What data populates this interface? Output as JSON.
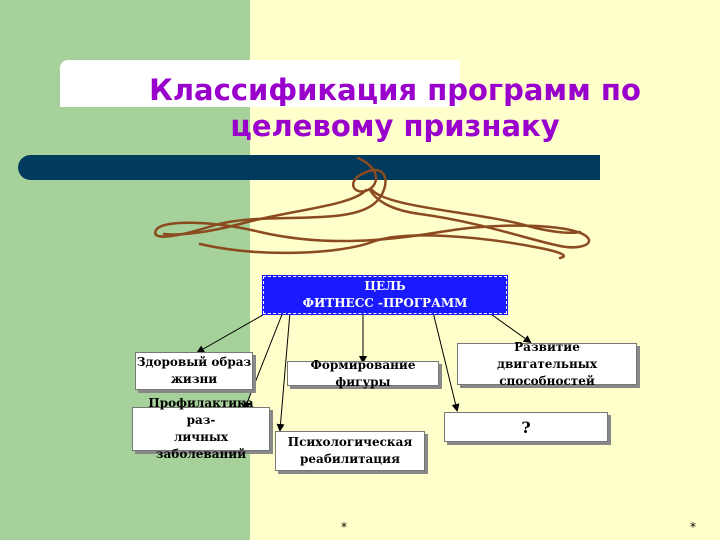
{
  "slide": {
    "title_line1": "Классификация программ по",
    "title_line2": "целевому признаку"
  },
  "diagram": {
    "root": {
      "line1": "ЦЕЛЬ",
      "line2": "ФИТНЕСС -ПРОГРАММ"
    },
    "nodes": {
      "healthy": {
        "line1": "Здоровый образ",
        "line2": "жизни"
      },
      "prevention": {
        "line1": "Профилактика раз-",
        "line2": "личных заболеваний"
      },
      "psych": {
        "line1": "Психологическая",
        "line2": "реабилитация"
      },
      "figure": {
        "line1": "Формирование фигуры"
      },
      "motor": {
        "line1": "Развитие",
        "line2": "двигательных способностей"
      },
      "unknown": {
        "line1": "?"
      }
    }
  },
  "footer": {
    "star_center": "*",
    "star_right": "*"
  },
  "colors": {
    "background": "#ffffcc",
    "left_band": "#a6d19a",
    "title": "#9900cc",
    "bar": "#003a5d",
    "flourish": "#8b4a1f",
    "root_fill": "#1a1aff"
  }
}
